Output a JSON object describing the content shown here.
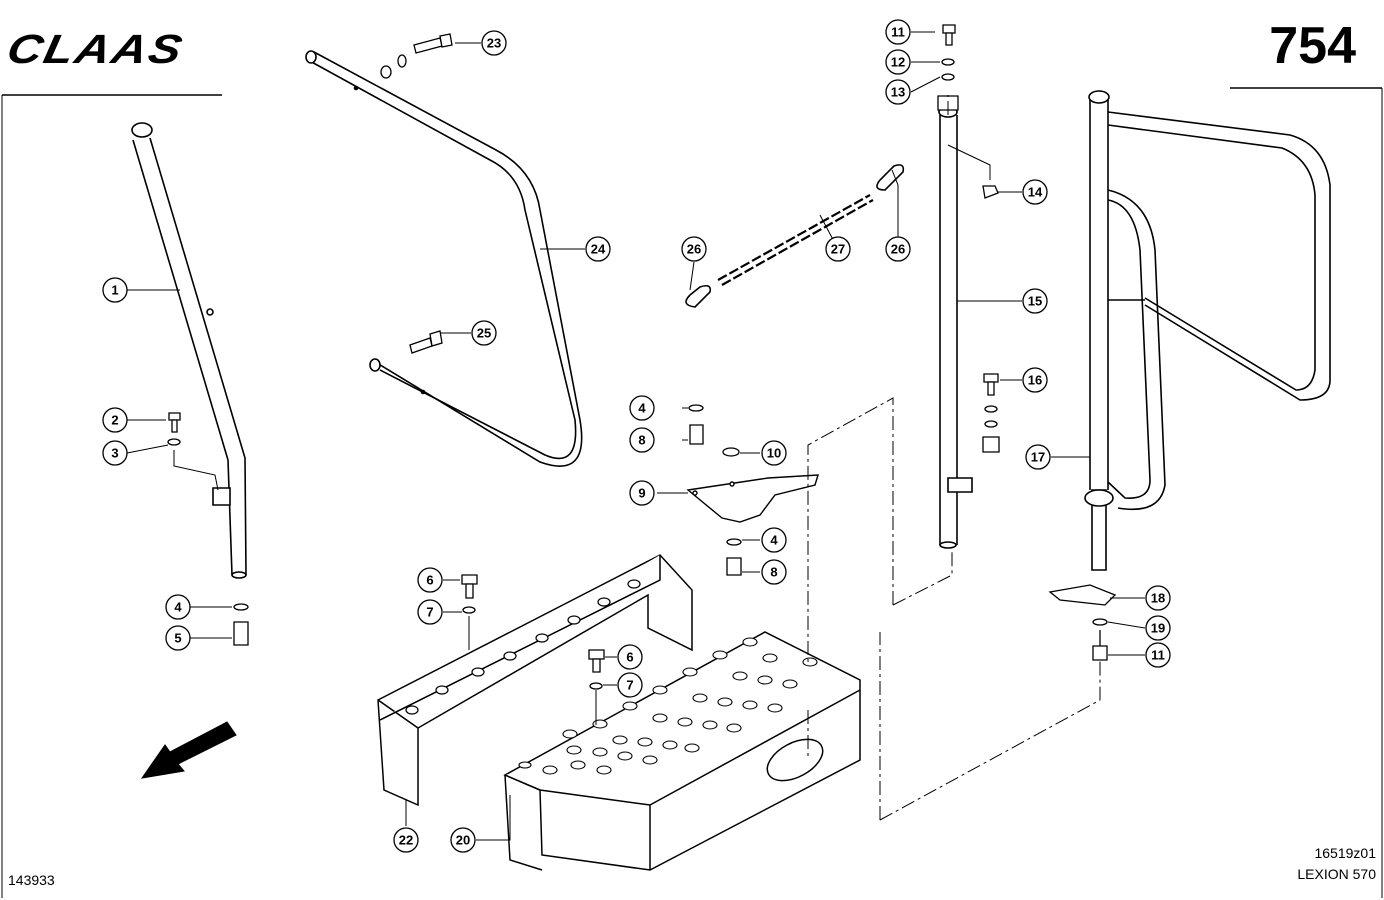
{
  "header": {
    "brand": "CLAAS",
    "page_number": "754"
  },
  "footer": {
    "left_code": "143933",
    "drawing_code": "16519z01",
    "model": "LEXION 570"
  },
  "callouts": [
    {
      "id": "c1",
      "label": "1"
    },
    {
      "id": "c2",
      "label": "2"
    },
    {
      "id": "c3",
      "label": "3"
    },
    {
      "id": "c4a",
      "label": "4"
    },
    {
      "id": "c5",
      "label": "5"
    },
    {
      "id": "c23",
      "label": "23"
    },
    {
      "id": "c24",
      "label": "24"
    },
    {
      "id": "c25",
      "label": "25"
    },
    {
      "id": "c26a",
      "label": "26"
    },
    {
      "id": "c27",
      "label": "27"
    },
    {
      "id": "c26b",
      "label": "26"
    },
    {
      "id": "c11a",
      "label": "11"
    },
    {
      "id": "c12",
      "label": "12"
    },
    {
      "id": "c13",
      "label": "13"
    },
    {
      "id": "c14",
      "label": "14"
    },
    {
      "id": "c15",
      "label": "15"
    },
    {
      "id": "c16",
      "label": "16"
    },
    {
      "id": "c17",
      "label": "17"
    },
    {
      "id": "c18",
      "label": "18"
    },
    {
      "id": "c19",
      "label": "19"
    },
    {
      "id": "c11b",
      "label": "11"
    },
    {
      "id": "c4b",
      "label": "4"
    },
    {
      "id": "c8a",
      "label": "8"
    },
    {
      "id": "c10",
      "label": "10"
    },
    {
      "id": "c9",
      "label": "9"
    },
    {
      "id": "c4c",
      "label": "4"
    },
    {
      "id": "c8b",
      "label": "8"
    },
    {
      "id": "c6a",
      "label": "6"
    },
    {
      "id": "c7a",
      "label": "7"
    },
    {
      "id": "c6b",
      "label": "6"
    },
    {
      "id": "c7b",
      "label": "7"
    },
    {
      "id": "c22",
      "label": "22"
    },
    {
      "id": "c20",
      "label": "20"
    }
  ],
  "colors": {
    "ink": "#000000",
    "paper": "#ffffff",
    "shade": "#e6e6e6"
  }
}
